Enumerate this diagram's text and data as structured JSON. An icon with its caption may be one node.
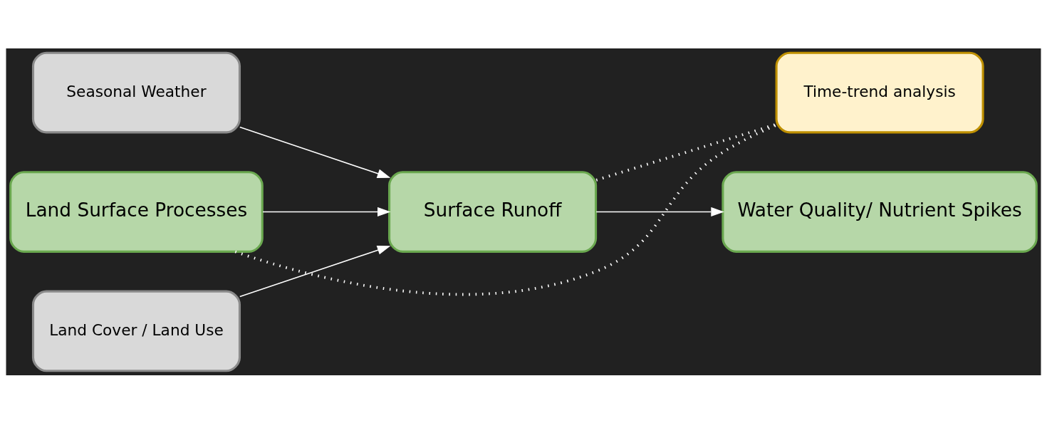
{
  "diagram": {
    "nodes": [
      {
        "text": [
          "Seasonal Weather"
        ]
      },
      {
        "text": [
          "Land Cover / Land Use"
        ]
      },
      {
        "text": [
          "Time-trend analysis"
        ]
      },
      {
        "text": [
          "Land Surface Processes"
        ]
      },
      {
        "text": [
          "Surface Runoff"
        ]
      },
      {
        "text": [
          "Water Quality/ Nutrient Spikes"
        ]
      }
    ],
    "edges": [
      {
        "from": 0,
        "to": 4,
        "arrow": "to"
      },
      {
        "from": 1,
        "to": 4,
        "arrow": "to"
      },
      {
        "from": 3,
        "to": 4,
        "arrow": "to"
      },
      {
        "from": 4,
        "to": 5,
        "arrow": "to"
      },
      {
        "from": 3,
        "to": 2,
        "arrow": "none",
        "style": "dashed"
      },
      {
        "from": 4,
        "to": 2,
        "arrow": "none",
        "style": "dashed"
      }
    ]
  }
}
